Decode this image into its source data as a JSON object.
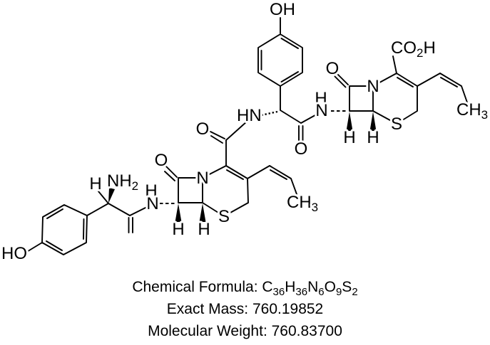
{
  "molecule": {
    "atom_labels": {
      "oh_top": "OH",
      "co2h_main": "CO",
      "co2h_sub": "2",
      "co2h_tail": "H",
      "ch3_right_main": "CH",
      "ch3_right_sub": "3",
      "o_lactam_right": "O",
      "n_lactam_right": "N",
      "s_right": "S",
      "h_c7_right": "H",
      "h_c6_right": "H",
      "nh_amide_right_h": "H",
      "nh_amide_right_n": "N",
      "o_amide_center": "O",
      "hn_center": "HN",
      "o_carboxamide_left": "O",
      "o_lactam_left": "O",
      "n_lactam_left": "N",
      "s_left": "S",
      "h_c7_left": "H",
      "h_c6_left": "H",
      "nh_amide_left_h": "H",
      "nh_amide_left_n": "N",
      "ch3_left_main": "CH",
      "ch3_left_sub": "3",
      "h_alpha": "H",
      "nh2_main": "NH",
      "nh2_sub": "2",
      "ho_bottom": "HO"
    },
    "caption": {
      "formula_parts": [
        "Chemical Formula: C",
        "36",
        "H",
        "36",
        "N",
        "6",
        "O",
        "9",
        "S",
        "2"
      ],
      "exact_mass": "Exact Mass: 760.19852",
      "molecular_weight": "Molecular Weight: 760.83700"
    },
    "colors": {
      "ink": "#000000",
      "background": "#ffffff"
    }
  }
}
